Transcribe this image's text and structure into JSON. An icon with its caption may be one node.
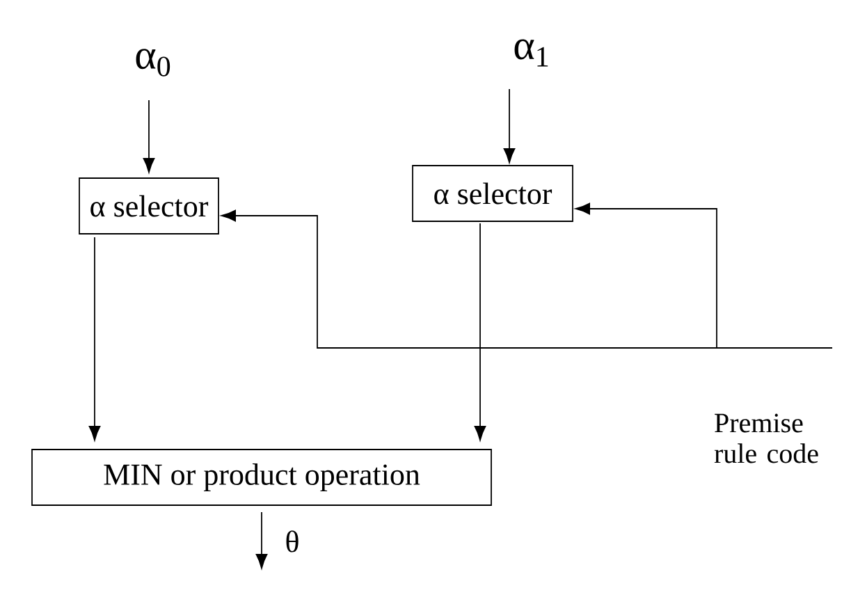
{
  "diagram": {
    "nodes": [
      {
        "text": [
          "α$_{0}$"
        ]
      },
      {
        "text": [
          "α$_{1}$"
        ]
      },
      {
        "text": [
          "α selector"
        ]
      },
      {
        "text": [
          "α selector"
        ]
      },
      {
        "text": [
          "MIN or product operation"
        ]
      },
      {
        "text": [
          "Premise rule code"
        ]
      }
    ],
    "edges": [
      {
        "from": 0,
        "to": 2,
        "arrow": "to"
      },
      {
        "from": 1,
        "to": 3,
        "arrow": "to"
      },
      {
        "from": 5,
        "to": 2,
        "arrow": "to"
      },
      {
        "from": 5,
        "to": 3,
        "arrow": "to"
      },
      {
        "from": 2,
        "to": 4,
        "arrow": "to"
      },
      {
        "from": 3,
        "to": 4,
        "arrow": "to"
      },
      {
        "from": 4,
        "to": null,
        "arrow": "to",
        "label": "θ"
      }
    ]
  }
}
